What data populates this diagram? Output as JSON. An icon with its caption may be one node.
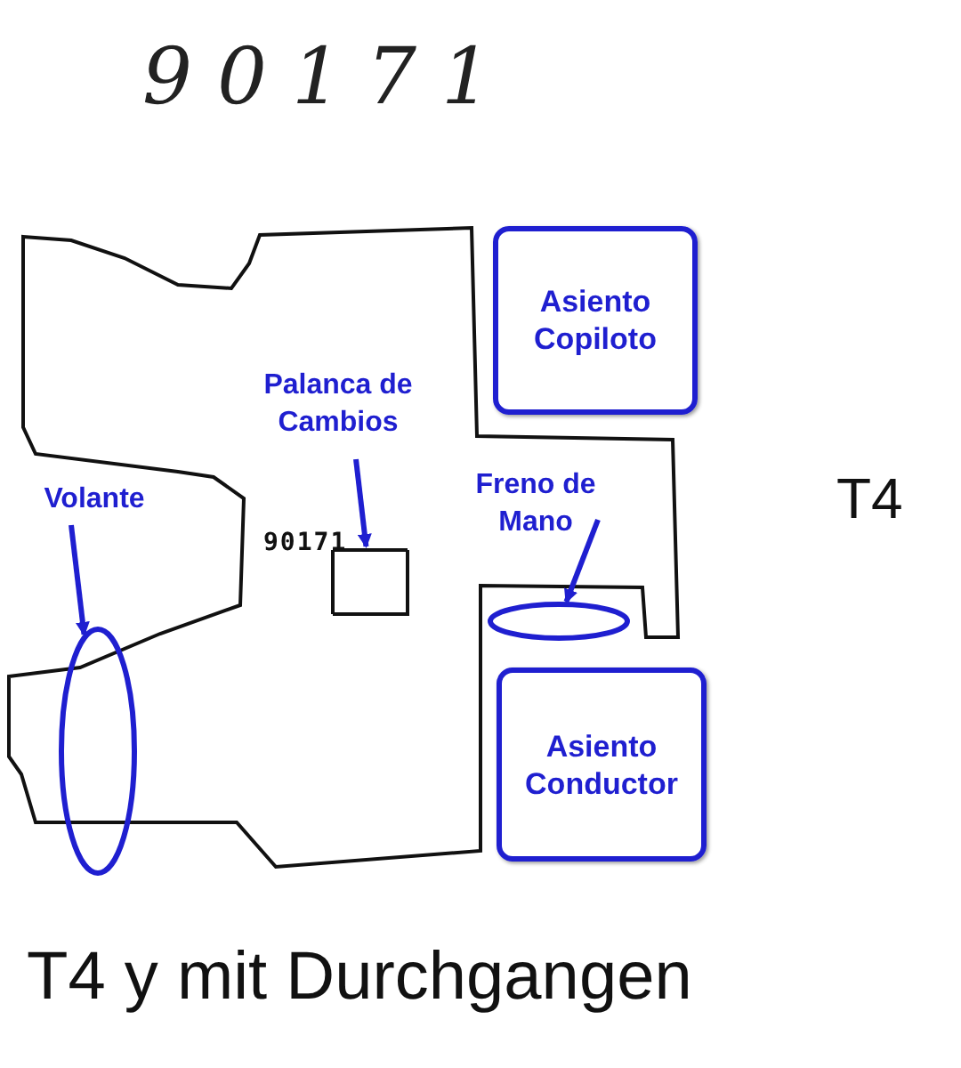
{
  "diagram": {
    "caption": "T4 y mit Durchgangen",
    "nodes": [
      {
        "text": [
          "Asiento Copiloto"
        ]
      },
      {
        "text": [
          "Palanca de Cambios"
        ]
      },
      {
        "text": [
          "Volante"
        ]
      },
      {
        "text": [
          "Freno de Mano"
        ]
      },
      {
        "text": [],
        "shape": "box"
      },
      {
        "text": [],
        "shape": "ellipse"
      },
      {
        "text": [],
        "shape": "ellipse"
      },
      {
        "text": [
          "Asiento Conductor"
        ]
      }
    ],
    "edges": [
      {
        "from": 1,
        "to": 4,
        "arrow": "to"
      },
      {
        "from": 2,
        "to": 6,
        "arrow": "to"
      },
      {
        "from": 3,
        "to": 5,
        "arrow": "to"
      }
    ],
    "labels": [
      "90171",
      "90171",
      "T4"
    ]
  }
}
